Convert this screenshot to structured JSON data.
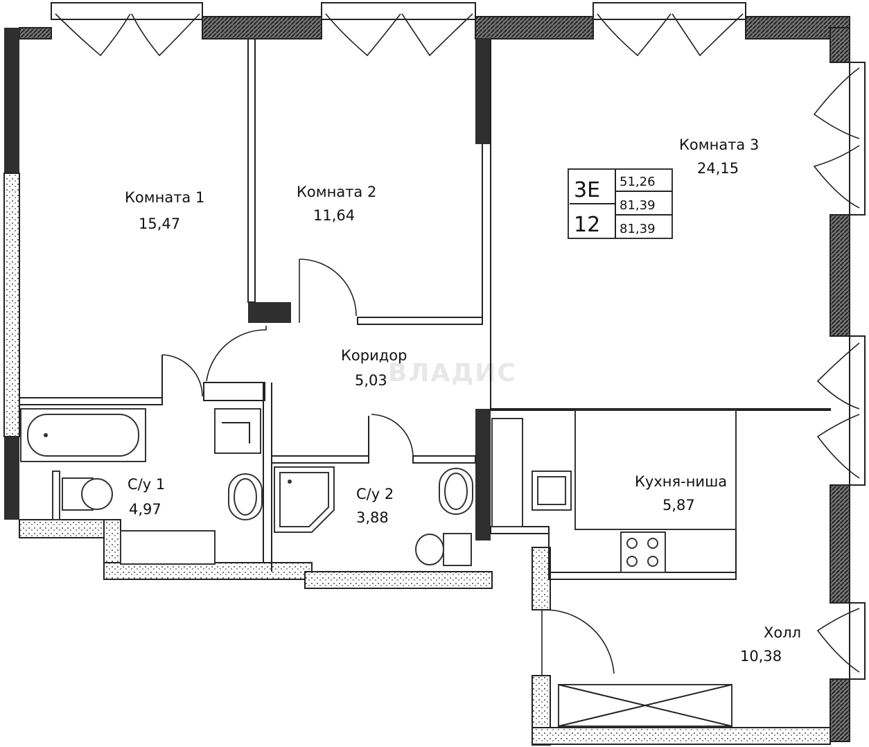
{
  "watermark": "ВЛАДИС",
  "rooms": [
    {
      "id": "room1",
      "name": "Комната 1",
      "area": "15,47"
    },
    {
      "id": "room2",
      "name": "Комната 2",
      "area": "11,64"
    },
    {
      "id": "room3",
      "name": "Комната 3",
      "area": "24,15"
    },
    {
      "id": "corridor",
      "name": "Коридор",
      "area": "5,03"
    },
    {
      "id": "bath1",
      "name": "С/у 1",
      "area": "4,97"
    },
    {
      "id": "bath2",
      "name": "С/у 2",
      "area": "3,88"
    },
    {
      "id": "kitchen",
      "name": "Кухня-ниша",
      "area": "5,87"
    },
    {
      "id": "hall",
      "name": "Холл",
      "area": "10,38"
    }
  ],
  "badge": {
    "type": "3Е",
    "floor": "12",
    "areas": [
      "51,26",
      "81,39",
      "81,39"
    ]
  }
}
